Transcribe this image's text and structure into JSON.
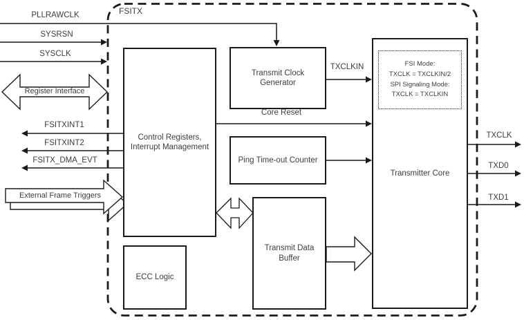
{
  "diagram_title": "FSITX",
  "signals": {
    "pllrawclk": "PLLRAWCLK",
    "sysrsn": "SYSRSN",
    "sysclk": "SYSCLK",
    "register_interface": "Register Interface",
    "fsitxint1": "FSITXINT1",
    "fsitxint2": "FSITXINT2",
    "fsitx_dma_evt": "FSITX_DMA_EVT",
    "external_frame_triggers": "External Frame Triggers",
    "core_reset": "Core Reset",
    "txclkin": "TXCLKIN",
    "txclk": "TXCLK",
    "txd0": "TXD0",
    "txd1": "TXD1"
  },
  "blocks": {
    "control_registers": "Control Registers,\nInterrupt Management",
    "transmit_clock_generator": "Transmit Clock\nGenerator",
    "ping_timeout_counter": "Ping Time-out Counter",
    "transmit_data_buffer": "Transmit Data\nBuffer",
    "ecc_logic": "ECC Logic",
    "transmitter_core": "Transmitter Core"
  },
  "note": {
    "mode_text": "FSI Mode:\nTXCLK = TXCLKIN/2\nSPI Signaling Mode:\nTXCLK = TXCLKIN"
  },
  "colors": {
    "line": "#1a1a1a",
    "text": "#3c3c3c",
    "background": "#ffffff"
  }
}
